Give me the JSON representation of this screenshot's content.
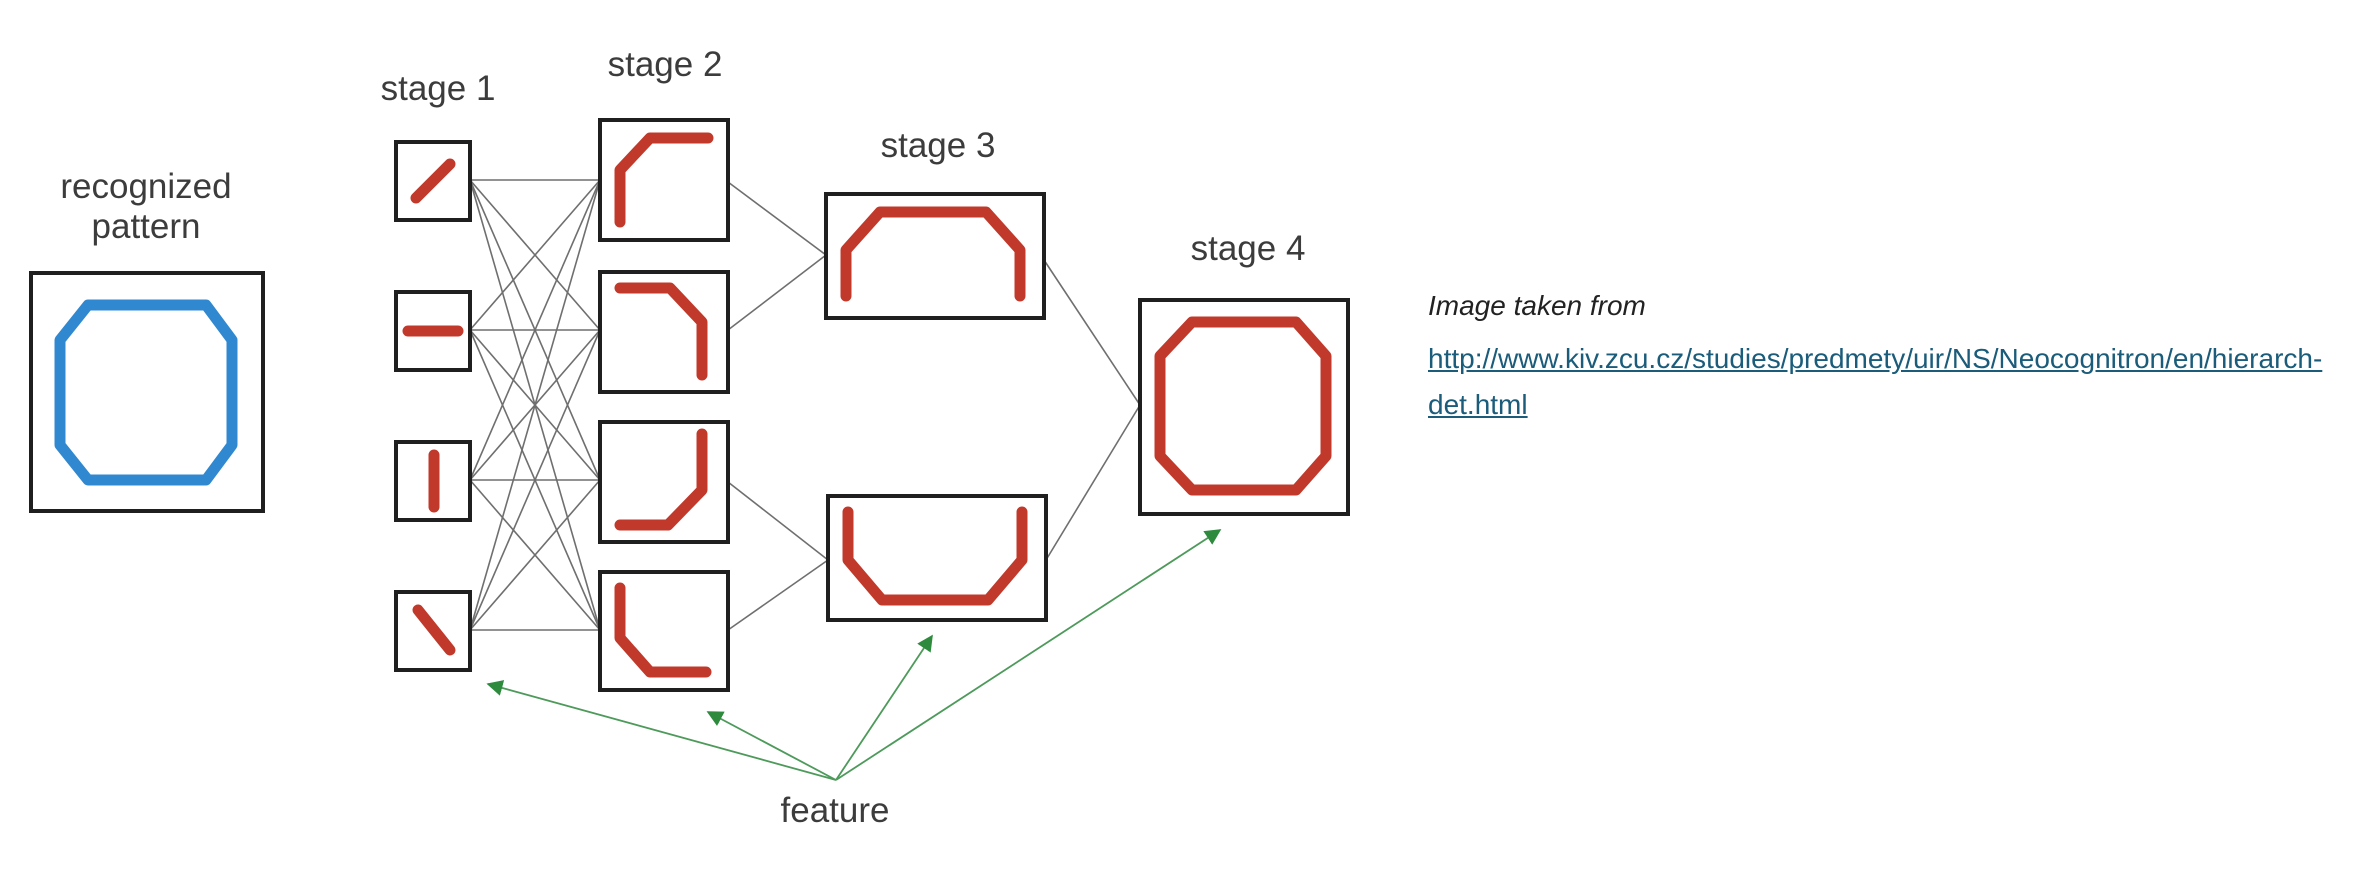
{
  "diagram": {
    "labels": {
      "recognized_line1": "recognized",
      "recognized_line2": "pattern",
      "stage1": "stage 1",
      "stage2": "stage 2",
      "stage3": "stage 3",
      "stage4": "stage 4",
      "feature": "feature"
    },
    "colors": {
      "feature_stroke": "#c0392b",
      "pattern_stroke": "#2f88d0",
      "arrow": "#2e8b3e",
      "box_border": "#1f1f1f"
    }
  },
  "caption": {
    "intro": "Image taken from",
    "link_text": "http://www.kiv.zcu.cz/studies/predmety/uir/NS/Neocognitron/en/hierarch-det.html"
  }
}
